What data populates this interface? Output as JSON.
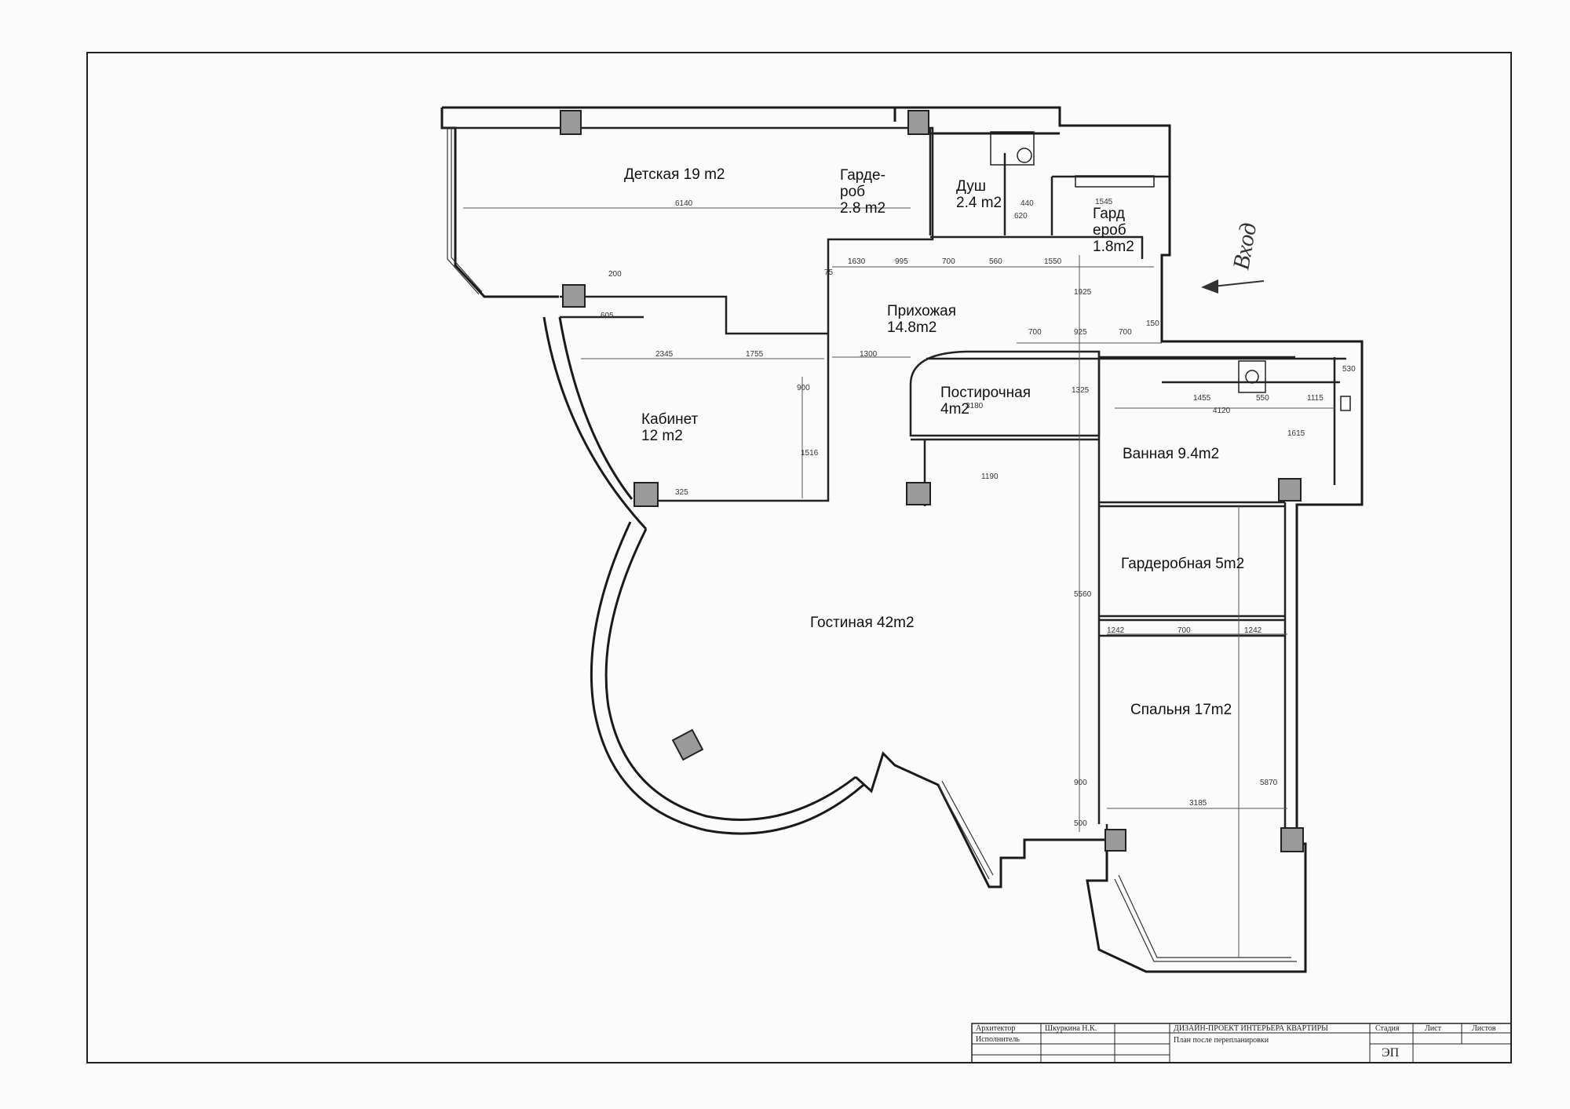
{
  "plan": {
    "rooms": [
      {
        "id": "detskaya",
        "lines": [
          "Детская 19 m2"
        ]
      },
      {
        "id": "garderob-1",
        "lines": [
          "Гарде-",
          "роб",
          "2.8 m2"
        ]
      },
      {
        "id": "dush",
        "lines": [
          "Душ",
          "2.4 m2"
        ]
      },
      {
        "id": "garderob-2",
        "lines": [
          "Гард",
          "ероб",
          "1.8m2"
        ]
      },
      {
        "id": "prikhozhaya",
        "lines": [
          "Прихожая",
          "14.8m2"
        ]
      },
      {
        "id": "kabinet",
        "lines": [
          "Кабинет",
          "12 m2"
        ]
      },
      {
        "id": "postirochnaya",
        "lines": [
          "Постирочная",
          "4m2"
        ]
      },
      {
        "id": "vannaya",
        "lines": [
          "Ванная 9.4m2"
        ]
      },
      {
        "id": "garderobnaya",
        "lines": [
          "Гардеробная 5m2"
        ]
      },
      {
        "id": "gostinaya",
        "lines": [
          "Гостиная 42m2"
        ]
      },
      {
        "id": "spalnya",
        "lines": [
          "Спальня 17m2"
        ]
      }
    ],
    "entrance_label": "Вход",
    "dimensions": [
      "6140",
      "1630",
      "995",
      "700",
      "560",
      "1550",
      "2345",
      "1755",
      "1300",
      "700",
      "925",
      "700",
      "3180",
      "1455",
      "550",
      "1115",
      "4120",
      "1242",
      "700",
      "1242",
      "3185",
      "900",
      "1516",
      "325",
      "1190",
      "1325",
      "1925",
      "5560",
      "5870",
      "900",
      "500",
      "1615",
      "530",
      "620",
      "440",
      "1545",
      "150",
      "75",
      "605",
      "200"
    ]
  },
  "title_block": {
    "architect_label": "Архитектор",
    "architect_name": "Шкуркина Н.К.",
    "executor_label": "Исполнитель",
    "project_title": "ДИЗАЙН-ПРОЕКТ ИНТЕРЬЕРА КВАРТИРЫ",
    "sheet_title": "План после перепланировки",
    "stage_label": "Стадия",
    "stage_value": "ЭП",
    "sheet_label": "Лист",
    "sheets_label": "Листов"
  }
}
